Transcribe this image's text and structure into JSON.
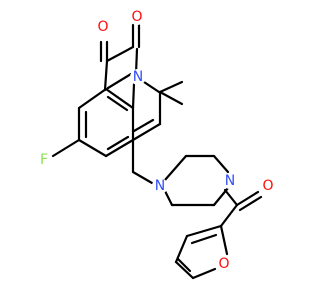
{
  "molecule": {
    "atoms": {
      "o_top_left": {
        "symbol": "O",
        "color": "#ff0d0d"
      },
      "o_top_right": {
        "symbol": "O",
        "color": "#ff0d0d"
      },
      "n_ring": {
        "symbol": "N",
        "color": "#3050f8"
      },
      "f": {
        "symbol": "F",
        "color": "#90e050"
      },
      "n_pip_left": {
        "symbol": "N",
        "color": "#3050f8"
      },
      "n_pip_right": {
        "symbol": "N",
        "color": "#3050f8"
      },
      "o_carbonyl": {
        "symbol": "O",
        "color": "#ff0d0d"
      },
      "o_furan": {
        "symbol": "O",
        "color": "#ff0d0d"
      }
    },
    "bond_color": "#000000",
    "background": "#ffffff"
  }
}
